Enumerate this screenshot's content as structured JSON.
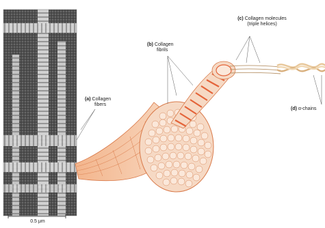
{
  "labels": {
    "a": {
      "letter": "(a)",
      "line1": "Collagen",
      "line2": "fibers"
    },
    "b": {
      "letter": "(b)",
      "line1": "Collagen",
      "line2": "fibrils"
    },
    "c": {
      "letter": "(c)",
      "line1": "Collagen molecules",
      "line2": "(triple helices)"
    },
    "d": {
      "letter": "(d)",
      "line1": "α-chains"
    }
  },
  "scale_bar": "0.5 μm",
  "colors": {
    "fibril_fill": "#f6d9c4",
    "fibril_stroke": "#d97a4a",
    "band": "#e4643a",
    "helix": "#e8c79a",
    "micrograph_bg": "#5a5a5a"
  }
}
